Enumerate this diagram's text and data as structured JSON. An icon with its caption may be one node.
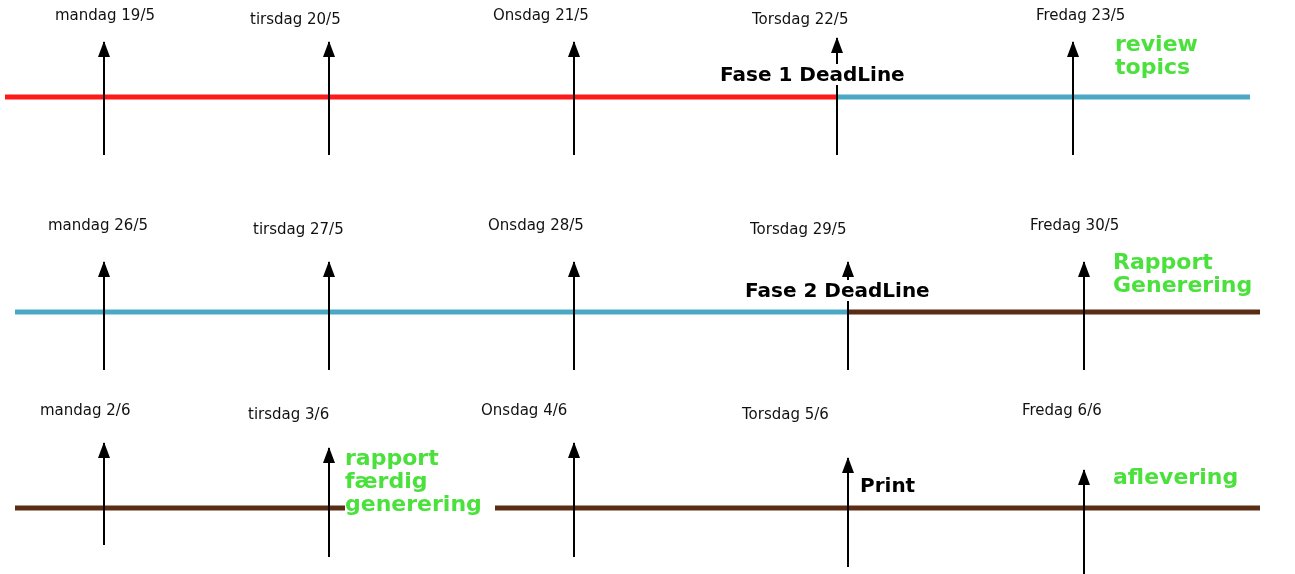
{
  "diagram": {
    "labels": [
      "mandag 19/5",
      "tirsdag 20/5",
      "Onsdag 21/5",
      "Torsdag 22/5",
      "Fredag 23/5",
      "Fase 1 DeadLine",
      "review topics",
      "mandag 26/5",
      "tirsdag 27/5",
      "Onsdag 28/5",
      "Torsdag 29/5",
      "Fredag 30/5",
      "Fase 2 DeadLine",
      "Rapport Generering",
      "mandag 2/6",
      "tirsdag 3/6",
      "Onsdag 4/6",
      "Torsdag 5/6",
      "Fredag 6/6",
      "rapport færdig generering",
      "Print",
      "aflevering"
    ]
  }
}
